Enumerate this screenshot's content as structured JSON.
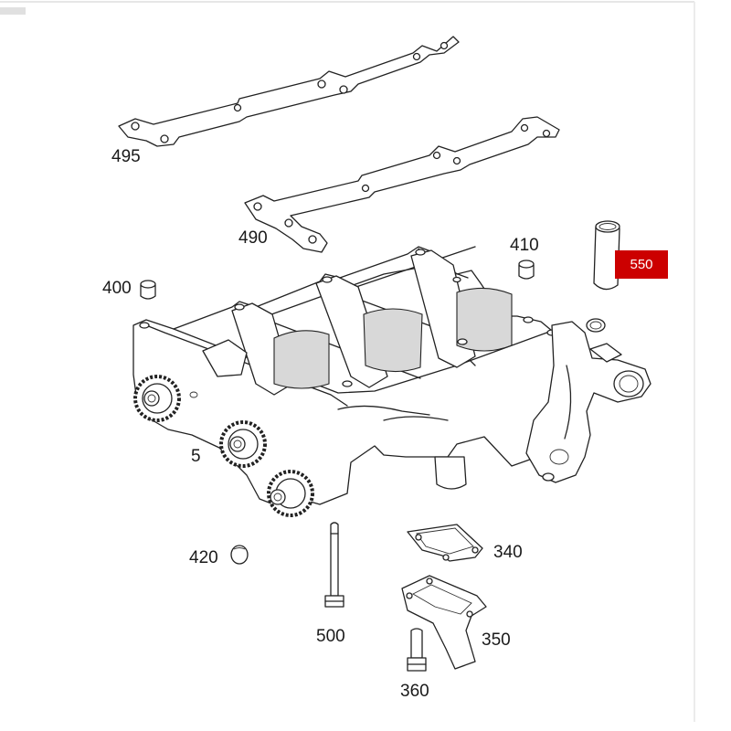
{
  "diagram": {
    "part_labels": {
      "p495": "495",
      "p490": "490",
      "p410": "410",
      "p400": "400",
      "p550": "550",
      "p5": "5",
      "p420": "420",
      "p340": "340",
      "p500": "500",
      "p350": "350",
      "p360": "360"
    },
    "highlight_color": "#cc0000"
  }
}
